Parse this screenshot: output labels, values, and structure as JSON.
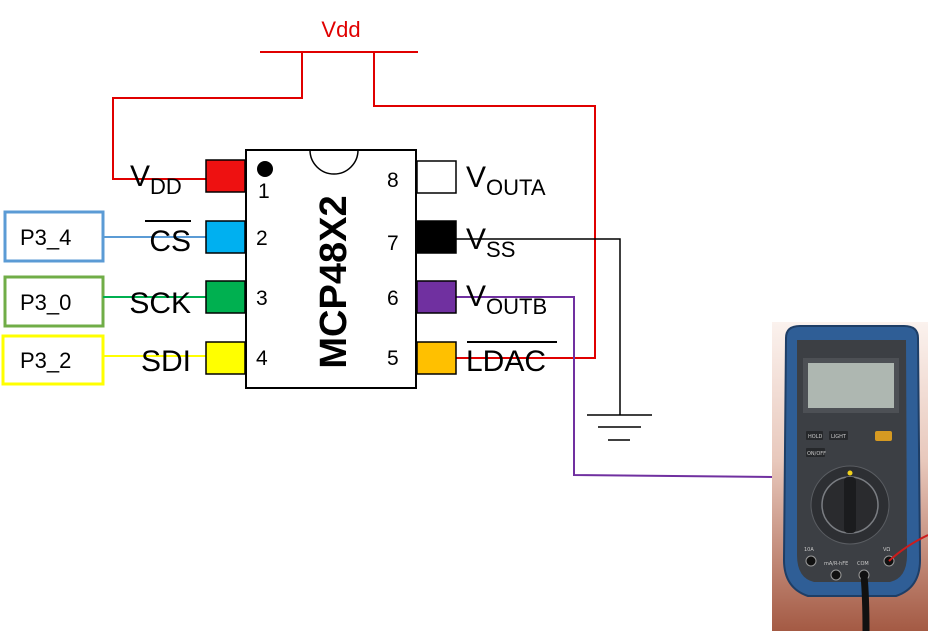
{
  "supply": {
    "label": "Vdd"
  },
  "chip": {
    "name": "MCP48X2"
  },
  "pins": [
    {
      "num": "1",
      "label": "V",
      "sub": "DD",
      "color": "#ee1111"
    },
    {
      "num": "2",
      "label": "CS",
      "sub": "",
      "color": "#00b0f0"
    },
    {
      "num": "3",
      "label": "SCK",
      "sub": "",
      "color": "#00b050"
    },
    {
      "num": "4",
      "label": "SDI",
      "sub": "",
      "color": "#ffff00"
    },
    {
      "num": "5",
      "label": "LDAC",
      "sub": "",
      "color": "#ffc000"
    },
    {
      "num": "6",
      "label": "V",
      "sub": "OUTB",
      "color": "#7030a0"
    },
    {
      "num": "7",
      "label": "V",
      "sub": "SS",
      "color": "#000000"
    },
    {
      "num": "8",
      "label": "V",
      "sub": "OUTA",
      "color": "#ffffff"
    }
  ],
  "ports": [
    {
      "label": "P3_4",
      "color": "#5b9bd5"
    },
    {
      "label": "P3_0",
      "color": "#70ad47"
    },
    {
      "label": "P3_2",
      "color": "#ffff00"
    }
  ],
  "multimeter": {
    "icon": "multimeter-icon",
    "buttons": [
      "HOLD",
      "LIGHT",
      "ON/OFF"
    ],
    "jacks": [
      "10A",
      "mA/R-hFE",
      "COM",
      "VΩ"
    ]
  }
}
